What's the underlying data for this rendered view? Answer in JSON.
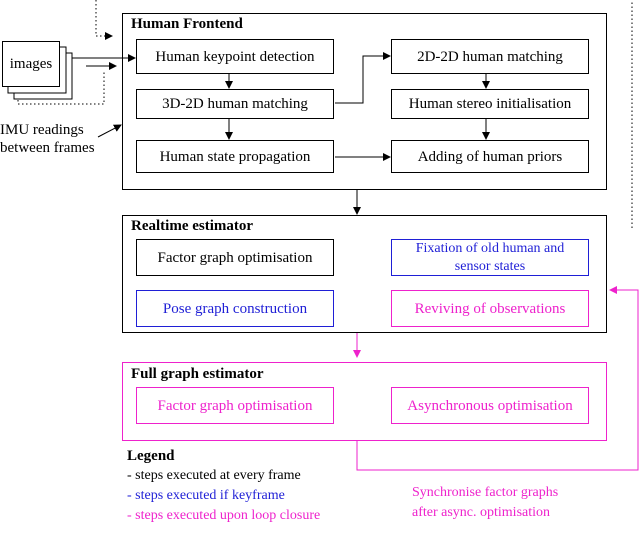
{
  "inputs": {
    "images": "images",
    "imu_line1": "IMU readings",
    "imu_line2": "between frames"
  },
  "frontend": {
    "title": "Human Frontend",
    "keypoint": "Human keypoint detection",
    "match3d2d": "3D-2D human matching",
    "propagation": "Human state propagation",
    "match2d2d": "2D-2D human matching",
    "stereo": "Human stereo initialisation",
    "priors": "Adding of human priors"
  },
  "realtime": {
    "title": "Realtime estimator",
    "factor": "Factor graph optimisation",
    "fixation_line1": "Fixation of old human and",
    "fixation_line2": "sensor states",
    "pose": "Pose graph construction",
    "reviving": "Reviving of observations"
  },
  "full": {
    "title": "Full graph estimator",
    "factor": "Factor graph optimisation",
    "async": "Asynchronous optimisation"
  },
  "legend": {
    "title": "Legend",
    "every_frame": "- steps executed at every frame",
    "keyframe": "- steps executed if keyframe",
    "loop_closure": "- steps executed upon loop closure"
  },
  "sync_note": {
    "line1": "Synchronise factor graphs",
    "line2": "after async. optimisation"
  },
  "colors": {
    "every_frame": "#000000",
    "keyframe": "#1f1fd6",
    "loop_closure": "#ee22cc"
  }
}
